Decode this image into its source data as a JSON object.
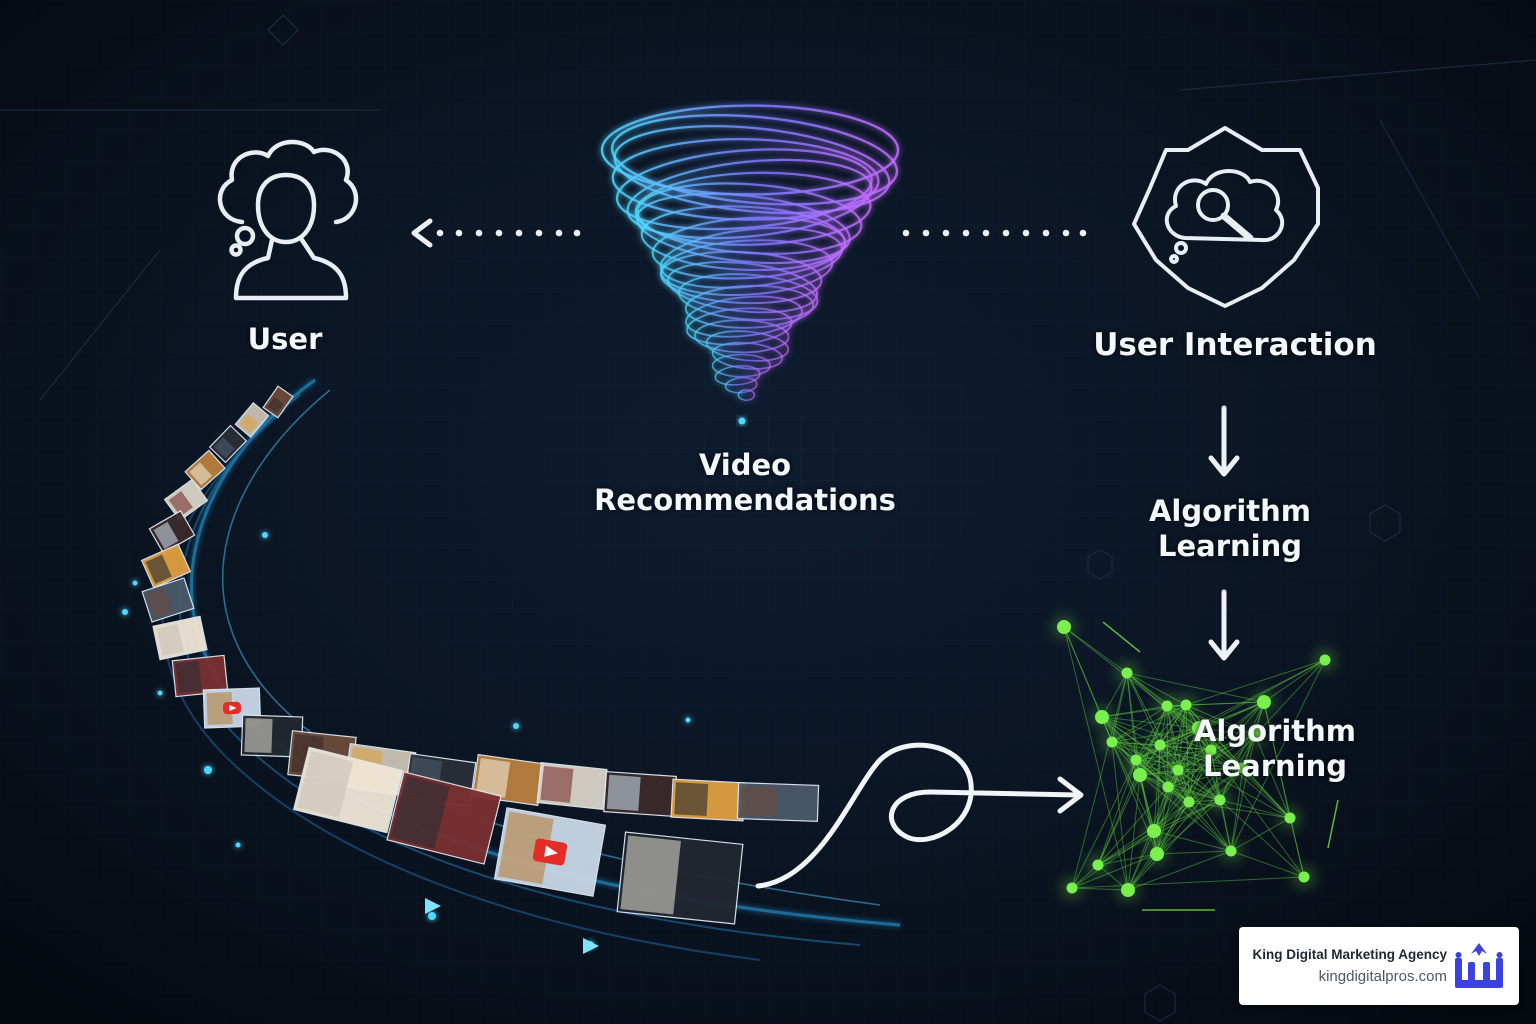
{
  "labels": {
    "user": "User",
    "video_recommendations": "Video\nRecommendations",
    "user_interaction": "User Interaction",
    "algorithm_learning_top": "Algorithm\nLearning",
    "algorithm_learning_network": "Algorithm\nLearning"
  },
  "icons": {
    "user": "user-thinking-icon",
    "interaction": "search-thought-badge-icon",
    "funnel": "spiral-funnel-icon",
    "network": "neural-network-icon"
  },
  "colors": {
    "background": "#0b1522",
    "funnel_cyan": "#4fd8ff",
    "funnel_purple": "#a868ff",
    "network_green": "#6fe34a",
    "stream_blue": "#2aa8e8",
    "line_white": "#f2f5f8"
  },
  "brand": {
    "name": "King Digital Marketing Agency",
    "url": "kingdigitalpros.com",
    "accent": "#3b42e0"
  }
}
